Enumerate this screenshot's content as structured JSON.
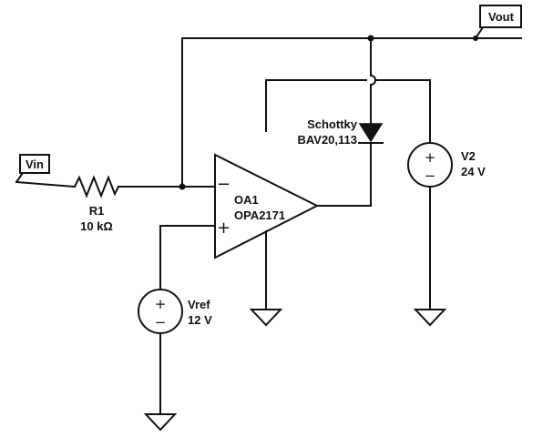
{
  "ports": {
    "vin": "Vin",
    "vout": "Vout"
  },
  "components": {
    "r1": {
      "ref": "R1",
      "value": "10 kΩ"
    },
    "diode": {
      "ref": "Schottky",
      "part": "BAV20,113"
    },
    "opamp": {
      "ref": "OA1",
      "part": "OPA2171",
      "inv_pin": "−",
      "noninv_pin": "+"
    },
    "v2": {
      "ref": "V2",
      "value": "24 V",
      "plus": "+",
      "minus": "−"
    },
    "vref": {
      "ref": "Vref",
      "value": "12 V",
      "plus": "+",
      "minus": "−"
    }
  }
}
